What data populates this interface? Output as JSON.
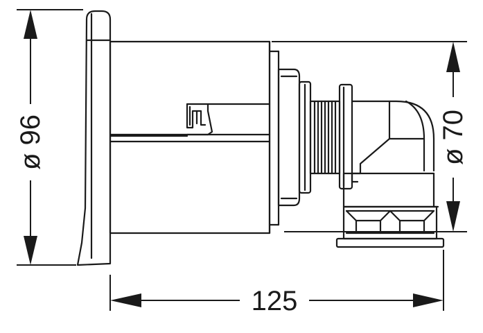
{
  "dimensions": {
    "height_outer": "ø 96",
    "height_inner": "ø 70",
    "length": "125"
  },
  "colors": {
    "line": "#1a1a1a",
    "background": "#ffffff"
  }
}
